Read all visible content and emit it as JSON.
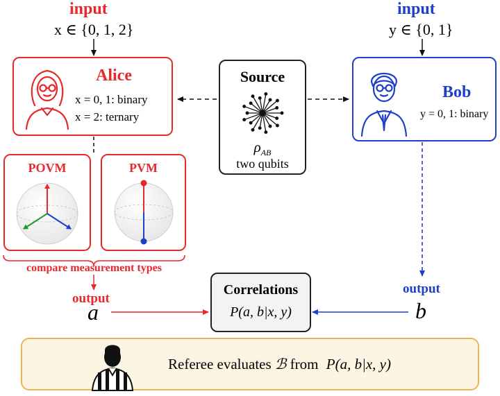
{
  "alice": {
    "input_label": "input",
    "input_set": "x ∈ {0, 1, 2}",
    "name": "Alice",
    "line1": "x = 0, 1:  binary",
    "line2": "x = 2:    ternary",
    "output_label": "output",
    "output_var": "a"
  },
  "bob": {
    "input_label": "input",
    "input_set": "y ∈ {0, 1}",
    "name": "Bob",
    "line1": "y = 0, 1:  binary",
    "output_label": "output",
    "output_var": "b"
  },
  "source": {
    "title": "Source",
    "state": "ρ",
    "state_sub": "AB",
    "desc": "two qubits"
  },
  "measurements": {
    "povm_label": "POVM",
    "pvm_label": "PVM",
    "compare_label": "compare measurement types"
  },
  "correlations": {
    "title": "Correlations",
    "formula": "P(a, b|x, y)"
  },
  "referee": {
    "text_prefix": "Referee evaluates",
    "symbol": "ℬ",
    "text_mid": "from",
    "formula": "P(a, b|x, y)"
  },
  "colors": {
    "alice": "#e8282c",
    "bob": "#1f3fc8",
    "referee_fill": "#fdf5e3",
    "referee_border": "#e9b55a"
  }
}
